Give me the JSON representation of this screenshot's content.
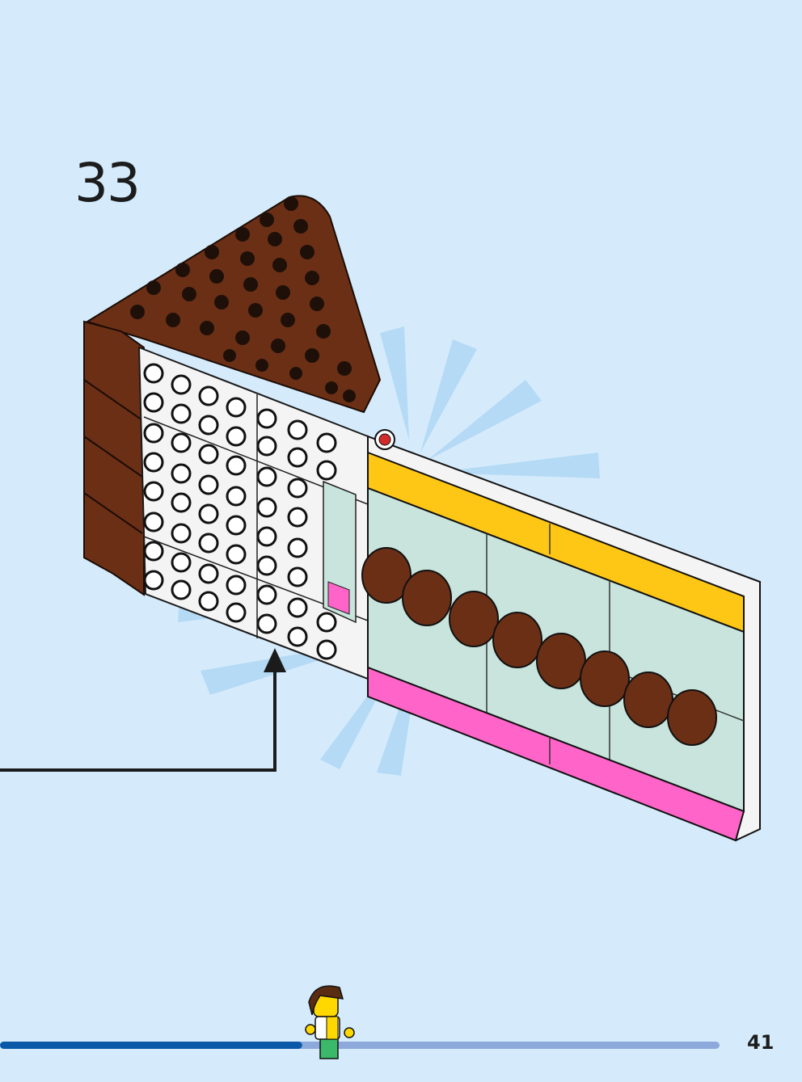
{
  "instruction_step": {
    "step_number": "33",
    "assembly_description": "brick-cake-slice-assembly",
    "arrow_icon": "insertion-arrow-icon"
  },
  "progress": {
    "fraction_complete": 0.42,
    "track_color": "#8da9dc",
    "fill_color": "#0a59a8",
    "marker_icon": "minifigure-progress-marker-icon"
  },
  "footer": {
    "page_number": "41"
  },
  "colors": {
    "background": "#d5ebfb",
    "chocolate_brown": "#6b2f16",
    "frosting_yellow": "#ffc715",
    "cream_teal": "#c8e4dc",
    "pink_base": "#ff64c8",
    "white_plate": "#f4f4f4"
  }
}
